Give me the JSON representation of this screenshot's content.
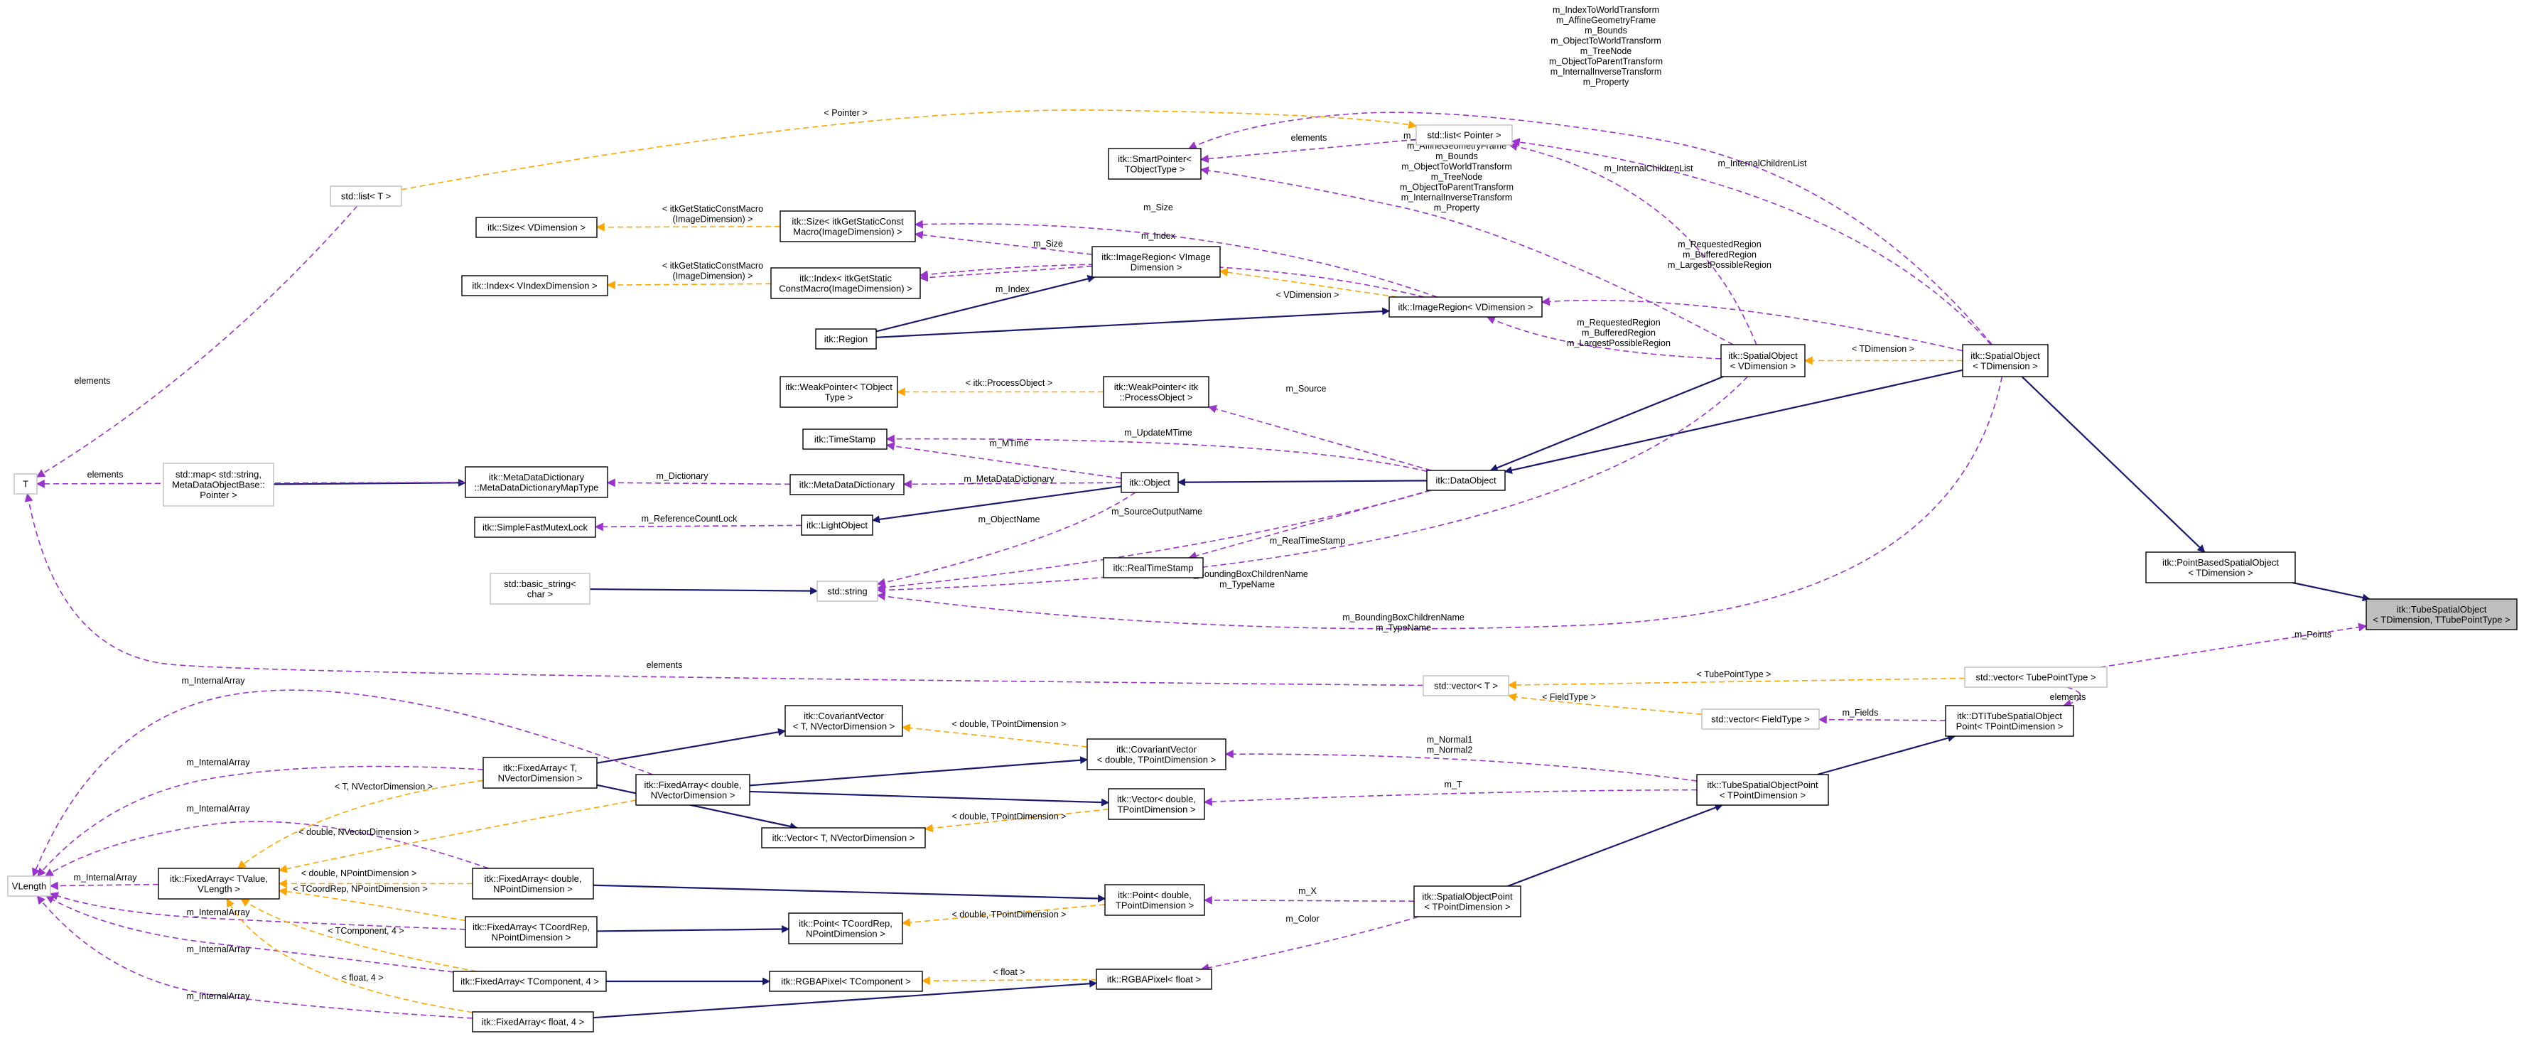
{
  "nodes": {
    "tube_spatial_object": [
      "itk::TubeSpatialObject",
      "< TDimension, TTubePointType >"
    ],
    "point_based_spatial_object": [
      "itk::PointBasedSpatialObject",
      "< TDimension >"
    ],
    "spatial_object_tdim": [
      "itk::SpatialObject",
      "< TDimension >"
    ],
    "spatial_object_vdim": [
      "itk::SpatialObject",
      "< VDimension >"
    ],
    "data_object": [
      "itk::DataObject"
    ],
    "object": [
      "itk::Object"
    ],
    "light_object": [
      "itk::LightObject"
    ],
    "simple_fast_mutex_lock": [
      "itk::SimpleFastMutexLock"
    ],
    "meta_data_dictionary": [
      "itk::MetaDataDictionary"
    ],
    "meta_data_dictionary_map": [
      "itk::MetaDataDictionary",
      "::MetaDataDictionaryMapType"
    ],
    "std_map": [
      "std::map< std::string,",
      "MetaDataObjectBase::",
      "Pointer >"
    ],
    "t_node": [
      "T"
    ],
    "time_stamp": [
      "itk::TimeStamp"
    ],
    "weak_pointer_tobject": [
      "itk::WeakPointer< TObject",
      "Type >"
    ],
    "weak_pointer_process": [
      "itk::WeakPointer< itk",
      "::ProcessObject >"
    ],
    "real_time_stamp": [
      "itk::RealTimeStamp"
    ],
    "std_string": [
      "std::string"
    ],
    "basic_string": [
      "std::basic_string<",
      "char >"
    ],
    "std_list_t": [
      "std::list< T >"
    ],
    "std_list_pointer": [
      "std::list< Pointer >"
    ],
    "smart_pointer": [
      "itk::SmartPointer<",
      "TObjectType >"
    ],
    "size_vdim": [
      "itk::Size< VDimension >"
    ],
    "size_macro": [
      "itk::Size< itkGetStaticConst",
      "Macro(ImageDimension) >"
    ],
    "index_vindex": [
      "itk::Index< VIndexDimension >"
    ],
    "index_macro": [
      "itk::Index< itkGetStatic",
      "ConstMacro(ImageDimension) >"
    ],
    "region": [
      "itk::Region"
    ],
    "image_region_vimage": [
      "itk::ImageRegion< VImage",
      "Dimension >"
    ],
    "image_region_vdim": [
      "itk::ImageRegion< VDimension >"
    ],
    "std_vector_t": [
      "std::vector< T >"
    ],
    "std_vector_tube_point": [
      "std::vector< TubePointType >"
    ],
    "std_vector_field": [
      "std::vector< FieldType >"
    ],
    "dti_tube_point": [
      "itk::DTITubeSpatialObject",
      "Point< TPointDimension >"
    ],
    "tube_spatial_object_point": [
      "itk::TubeSpatialObjectPoint",
      "< TPointDimension >"
    ],
    "spatial_object_point": [
      "itk::SpatialObjectPoint",
      "< TPointDimension >"
    ],
    "vlength": [
      "VLength"
    ],
    "fixed_array_tvalue": [
      "itk::FixedArray< TValue,",
      "VLength >"
    ],
    "fixed_array_t_nvector": [
      "itk::FixedArray< T,",
      "NVectorDimension >"
    ],
    "fixed_array_double_nvector": [
      "itk::FixedArray< double,",
      "NVectorDimension >"
    ],
    "fixed_array_double_npoint": [
      "itk::FixedArray< double,",
      "NPointDimension >"
    ],
    "fixed_array_tcoordrep": [
      "itk::FixedArray< TCoordRep,",
      "NPointDimension >"
    ],
    "fixed_array_tcomponent": [
      "itk::FixedArray< TComponent, 4 >"
    ],
    "fixed_array_float": [
      "itk::FixedArray< float, 4 >"
    ],
    "covariant_vector_t": [
      "itk::CovariantVector",
      "< T, NVectorDimension >"
    ],
    "covariant_vector_double": [
      "itk::CovariantVector",
      "< double, TPointDimension >"
    ],
    "vector_double": [
      "itk::Vector< double,",
      "TPointDimension >"
    ],
    "vector_t": [
      "itk::Vector< T, NVectorDimension >"
    ],
    "point_double": [
      "itk::Point< double,",
      "TPointDimension >"
    ],
    "point_tcoordrep": [
      "itk::Point< TCoordRep,",
      "NPointDimension >"
    ],
    "rgba_tcomponent": [
      "itk::RGBAPixel< TComponent >"
    ],
    "rgba_float": [
      "itk::RGBAPixel< float >"
    ]
  },
  "edge_labels": {
    "pointer": [
      "< Pointer >"
    ],
    "elements_list_pointer": [
      "elements"
    ],
    "top_transforms": [
      "m_IndexToWorldTransform",
      "m_AffineGeometryFrame",
      "m_Bounds",
      "m_ObjectToWorldTransform",
      "m_TreeNode",
      "m_ObjectToParentTransform",
      "m_InternalInverseTransform",
      "m_Property"
    ],
    "internal_children_list_t": [
      "m_InternalChildrenList"
    ],
    "mid_transforms": [
      "m_IndexToWorldTransform",
      "m_AffineGeometryFrame",
      "m_Bounds",
      "m_ObjectToWorldTransform",
      "m_TreeNode",
      "m_ObjectToParentTransform",
      "m_InternalInverseTransform",
      "m_Property"
    ],
    "internal_children_list_v": [
      "m_InternalChildrenList"
    ],
    "size_macro_tpl": [
      "< itkGetStaticConstMacro",
      "(ImageDimension) >"
    ],
    "m_size": [
      "m_Size"
    ],
    "index_macro_tpl": [
      "< itkGetStaticConstMacro",
      "(ImageDimension) >"
    ],
    "m_size_2": [
      "m_Size"
    ],
    "m_index": [
      "m_Index"
    ],
    "m_index_2": [
      "m_Index"
    ],
    "vdimension_tpl": [
      "< VDimension >"
    ],
    "regions_t": [
      "m_RequestedRegion",
      "m_BufferedRegion",
      "m_LargestPossibleRegion"
    ],
    "regions_v": [
      "m_RequestedRegion",
      "m_BufferedRegion",
      "m_LargestPossibleRegion"
    ],
    "tdimension_tpl": [
      "< TDimension >"
    ],
    "elements_t_list": [
      "elements"
    ],
    "process_object_tpl": [
      "< itk::ProcessObject >"
    ],
    "m_source": [
      "m_Source"
    ],
    "m_mtime": [
      "m_MTime"
    ],
    "m_update_mtime": [
      "m_UpdateMTime"
    ],
    "elements_map": [
      "elements"
    ],
    "m_dictionary": [
      "m_Dictionary"
    ],
    "m_meta_data_dictionary": [
      "m_MetaDataDictionary"
    ],
    "m_reference_count_lock": [
      "m_ReferenceCountLock"
    ],
    "m_object_name": [
      "m_ObjectName"
    ],
    "m_source_output_name": [
      "m_SourceOutputName"
    ],
    "m_real_time_stamp": [
      "m_RealTimeStamp"
    ],
    "bbox_v": [
      "m_BoundingBoxChildrenName",
      "m_TypeName"
    ],
    "bbox_t": [
      "m_BoundingBoxChildrenName",
      "m_TypeName"
    ],
    "m_points": [
      "m_Points"
    ],
    "elements_vector": [
      "elements"
    ],
    "tube_point_type_tpl": [
      "< TubePointType >"
    ],
    "field_type_tpl": [
      "< FieldType >"
    ],
    "elements_tubevec": [
      "elements"
    ],
    "m_fields": [
      "m_Fields"
    ],
    "m_normals": [
      "m_Normal1",
      "m_Normal2"
    ],
    "m_t": [
      "m_T"
    ],
    "m_x": [
      "m_X"
    ],
    "m_color": [
      "m_Color"
    ],
    "cov_double_tpl": [
      "< double, TPointDimension >"
    ],
    "vec_double_tpl": [
      "< double, TPointDimension >"
    ],
    "pt_double_tpl": [
      "< double, TPointDimension >"
    ],
    "float_tpl": [
      "< float >"
    ],
    "m_internal_array_1": [
      "m_InternalArray"
    ],
    "m_internal_array_2": [
      "m_InternalArray"
    ],
    "m_internal_array_3": [
      "m_InternalArray"
    ],
    "m_internal_array_4": [
      "m_InternalArray"
    ],
    "m_internal_array_5": [
      "m_InternalArray"
    ],
    "m_internal_array_6": [
      "m_InternalArray"
    ],
    "m_internal_array_7": [
      "m_InternalArray"
    ],
    "t_nvector_tpl": [
      "< T, NVectorDimension >"
    ],
    "double_nvector_tpl": [
      "< double, NVectorDimension >"
    ],
    "double_npoint_tpl": [
      "< double, NPointDimension >"
    ],
    "tcoordrep_npoint_tpl": [
      "< TCoordRep, NPointDimension >"
    ],
    "tcomponent4_tpl": [
      "< TComponent, 4 >"
    ],
    "float4_tpl": [
      "< float, 4 >"
    ]
  },
  "colors": {
    "inheritance": "#191970",
    "usage": "#9a32cd",
    "template": "#ffa500",
    "focus_fill": "#bfbfbf",
    "external_border": "#bfbfbf"
  }
}
